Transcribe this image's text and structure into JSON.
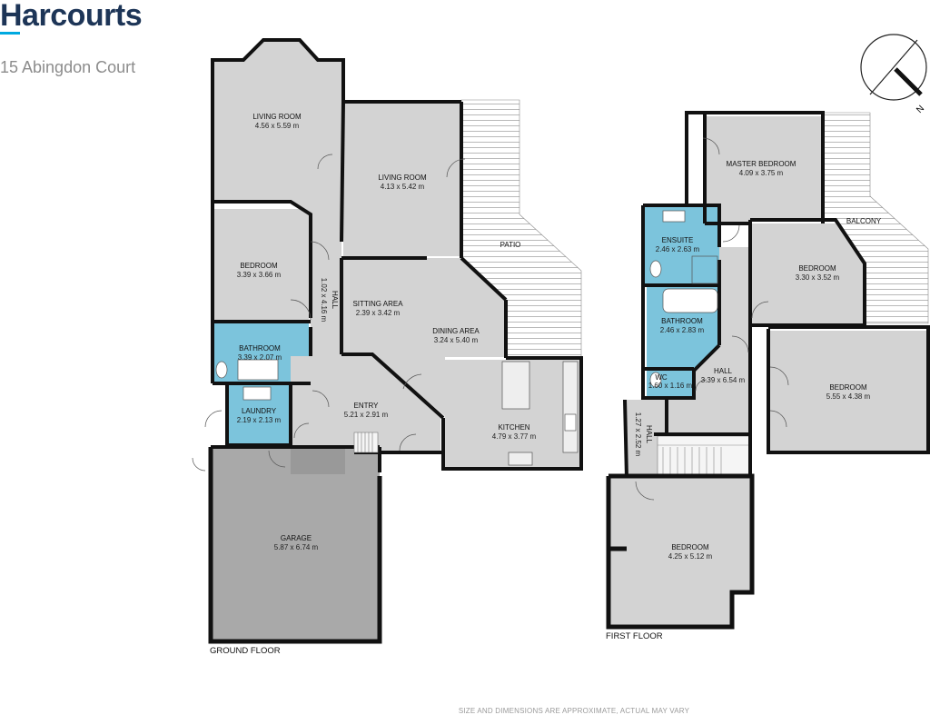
{
  "brand": {
    "logo_text": "Harcourts",
    "accent": "#00a9e0",
    "text_color": "#1d3557"
  },
  "address": "15 Abingdon Court",
  "compass": {
    "label": "N"
  },
  "floors": {
    "ground": "GROUND FLOOR",
    "first": "FIRST FLOOR"
  },
  "rooms": {
    "living1": {
      "name": "LIVING ROOM",
      "size": "4.56 x 5.59 m"
    },
    "living2": {
      "name": "LIVING ROOM",
      "size": "4.13 x 5.42 m"
    },
    "patio": {
      "name": "PATIO"
    },
    "bedroom_g": {
      "name": "BEDROOM",
      "size": "3.39 x 3.66 m"
    },
    "hall_g": {
      "name": "HALL",
      "size": "1.02 x 4.16 m"
    },
    "sitting": {
      "name": "SITTING AREA",
      "size": "2.39 x 3.42 m"
    },
    "dining": {
      "name": "DINING AREA",
      "size": "3.24 x 5.40 m"
    },
    "bathroom_g": {
      "name": "BATHROOM",
      "size": "3.39 x 2.07 m"
    },
    "entry": {
      "name": "ENTRY",
      "size": "5.21 x 2.91 m"
    },
    "laundry": {
      "name": "LAUNDRY",
      "size": "2.19 x 2.13 m"
    },
    "kitchen": {
      "name": "KITCHEN",
      "size": "4.79 x 3.77 m"
    },
    "garage": {
      "name": "GARAGE",
      "size": "5.87 x 6.74 m"
    },
    "master": {
      "name": "MASTER BEDROOM",
      "size": "4.09 x 3.75 m"
    },
    "balcony": {
      "name": "BALCONY"
    },
    "ensuite": {
      "name": "ENSUITE",
      "size": "2.46 x 2.63 m"
    },
    "bedroom_f1": {
      "name": "BEDROOM",
      "size": "3.30 x 3.52 m"
    },
    "bathroom_f": {
      "name": "BATHROOM",
      "size": "2.46 x 2.83 m"
    },
    "wc": {
      "name": "WC",
      "size": "1.60 x 1.16 m"
    },
    "hall_f": {
      "name": "HALL",
      "size": "3.39 x 6.54 m"
    },
    "bedroom_f2": {
      "name": "BEDROOM",
      "size": "5.55 x 4.38 m"
    },
    "hall_f2": {
      "name": "HALL",
      "size": "1.27 x 2.52 m"
    },
    "bedroom_f3": {
      "name": "BEDROOM",
      "size": "4.25 x 5.12 m"
    }
  },
  "colors": {
    "room": "#d3d3d3",
    "wet": "#7cc4dc",
    "garage": "#a9a9a9",
    "wall": "#111111"
  },
  "footer": "SIZE AND DIMENSIONS ARE APPROXIMATE, ACTUAL MAY VARY"
}
